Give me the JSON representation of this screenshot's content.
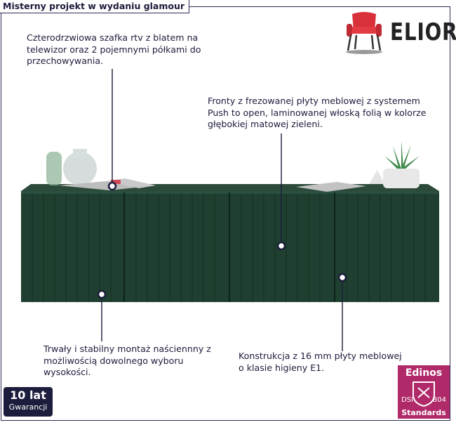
{
  "header": {
    "title": "Misterny projekt w wydaniu glamour"
  },
  "brand": {
    "name": "ELIOR",
    "icon": "armchair-icon"
  },
  "annotations": {
    "top_left": "Czterodrzwiowa szafka rtv z blatem na telewizor oraz 2 pojemnymi półkami do przechowywania.",
    "top_right": "Fronty z frezowanej płyty meblowej z systemem Push to open, laminowanej włoską folią w kolorze głębokiej matowej zieleni.",
    "bottom_left": "Trwały i stabilny montaż naściennny z możliwością dowolnego wyboru wysokości.",
    "bottom_right": "Konstrukcja z 16 mm płyty meblowej o klasie higieny E1."
  },
  "warranty": {
    "years": "10 lat",
    "label": "Gwarancji"
  },
  "certification": {
    "brand": "Edinos",
    "left_mark": "DSI",
    "number": "804",
    "label": "Standards"
  },
  "colors": {
    "cabinet": "#1f4030",
    "accent": "#1c1c3c",
    "edinos": "#b02a6a"
  }
}
